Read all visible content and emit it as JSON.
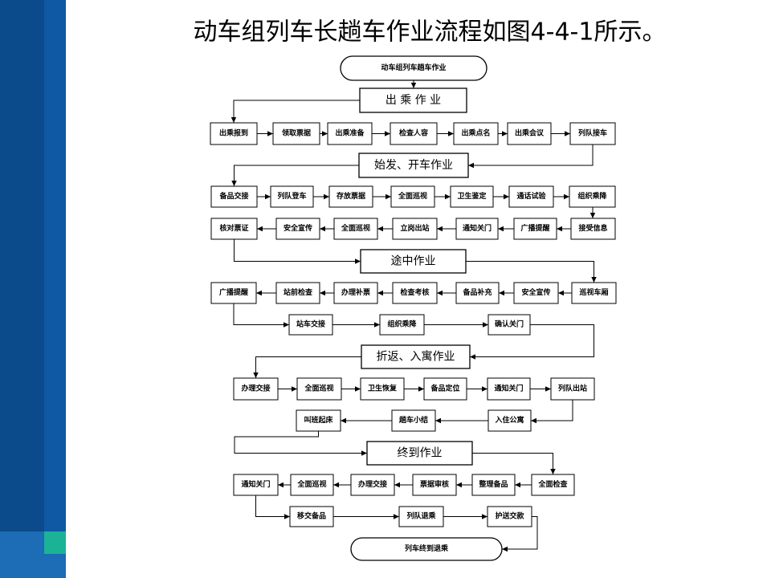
{
  "slide": {
    "title": "动车组列车长趟车作业流程如图4-4-1所示。"
  },
  "theme": {
    "sidebar_dark": "#0b4a8b",
    "sidebar_mid": "#0e58a4",
    "sidebar_light": "#1c6cb6",
    "accent_teal": "#1bb395"
  },
  "flowchart": {
    "start": "动车组列车趟车作业",
    "end": "列车终到退乘",
    "stages": [
      {
        "header": "出 乘 作 业",
        "rows": [
          [
            "出乘报到",
            "领取票据",
            "出乘准备",
            "检查人容",
            "出乘点名",
            "出乘会议",
            "列队接车"
          ]
        ]
      },
      {
        "header": "始发、开车作业",
        "rows": [
          [
            "备品交接",
            "列队登车",
            "存放票据",
            "全面巡视",
            "卫生鉴定",
            "通话试验",
            "组织乘降"
          ],
          [
            "核对票证",
            "安全宣传",
            "全面巡视",
            "立岗出站",
            "通知关门",
            "广播提醒",
            "接受信息"
          ]
        ]
      },
      {
        "header": "途中作业",
        "rows": [
          [
            "广播提醒",
            "站前检查",
            "办理补票",
            "检查考核",
            "备品补充",
            "安全宣传",
            "巡视车厢"
          ],
          [
            "站车交接",
            "组织乘降",
            "确认关门"
          ]
        ]
      },
      {
        "header": "折返、入寓作业",
        "rows": [
          [
            "办理交接",
            "全面巡视",
            "卫生恢复",
            "备品定位",
            "通知关门",
            "列队出站"
          ],
          [
            "叫班起床",
            "趟车小结",
            "入住公寓"
          ]
        ]
      },
      {
        "header": "终到作业",
        "rows": [
          [
            "通知关门",
            "全面巡视",
            "办理交接",
            "票据审核",
            "整理备品",
            "全面检查"
          ],
          [
            "移交备品",
            "列队退乘",
            "护送交款"
          ]
        ]
      }
    ]
  }
}
